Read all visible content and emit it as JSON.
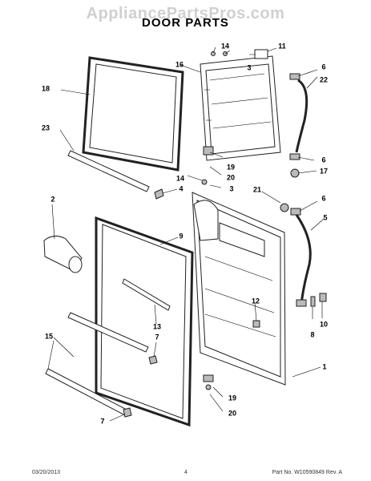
{
  "watermark": "AppliancePartsPros.com",
  "title": "DOOR PARTS",
  "callouts": [
    "14",
    "11",
    "16",
    "3",
    "6",
    "22",
    "18",
    "23",
    "19",
    "20",
    "6",
    "17",
    "14",
    "4",
    "3",
    "21",
    "6",
    "2",
    "9",
    "5",
    "12",
    "8",
    "10",
    "13",
    "7",
    "1",
    "15",
    "19",
    "20",
    "7"
  ],
  "footer": {
    "date": "03/20/2013",
    "page": "4",
    "part": "Part No. W10590849  Rev. A"
  }
}
